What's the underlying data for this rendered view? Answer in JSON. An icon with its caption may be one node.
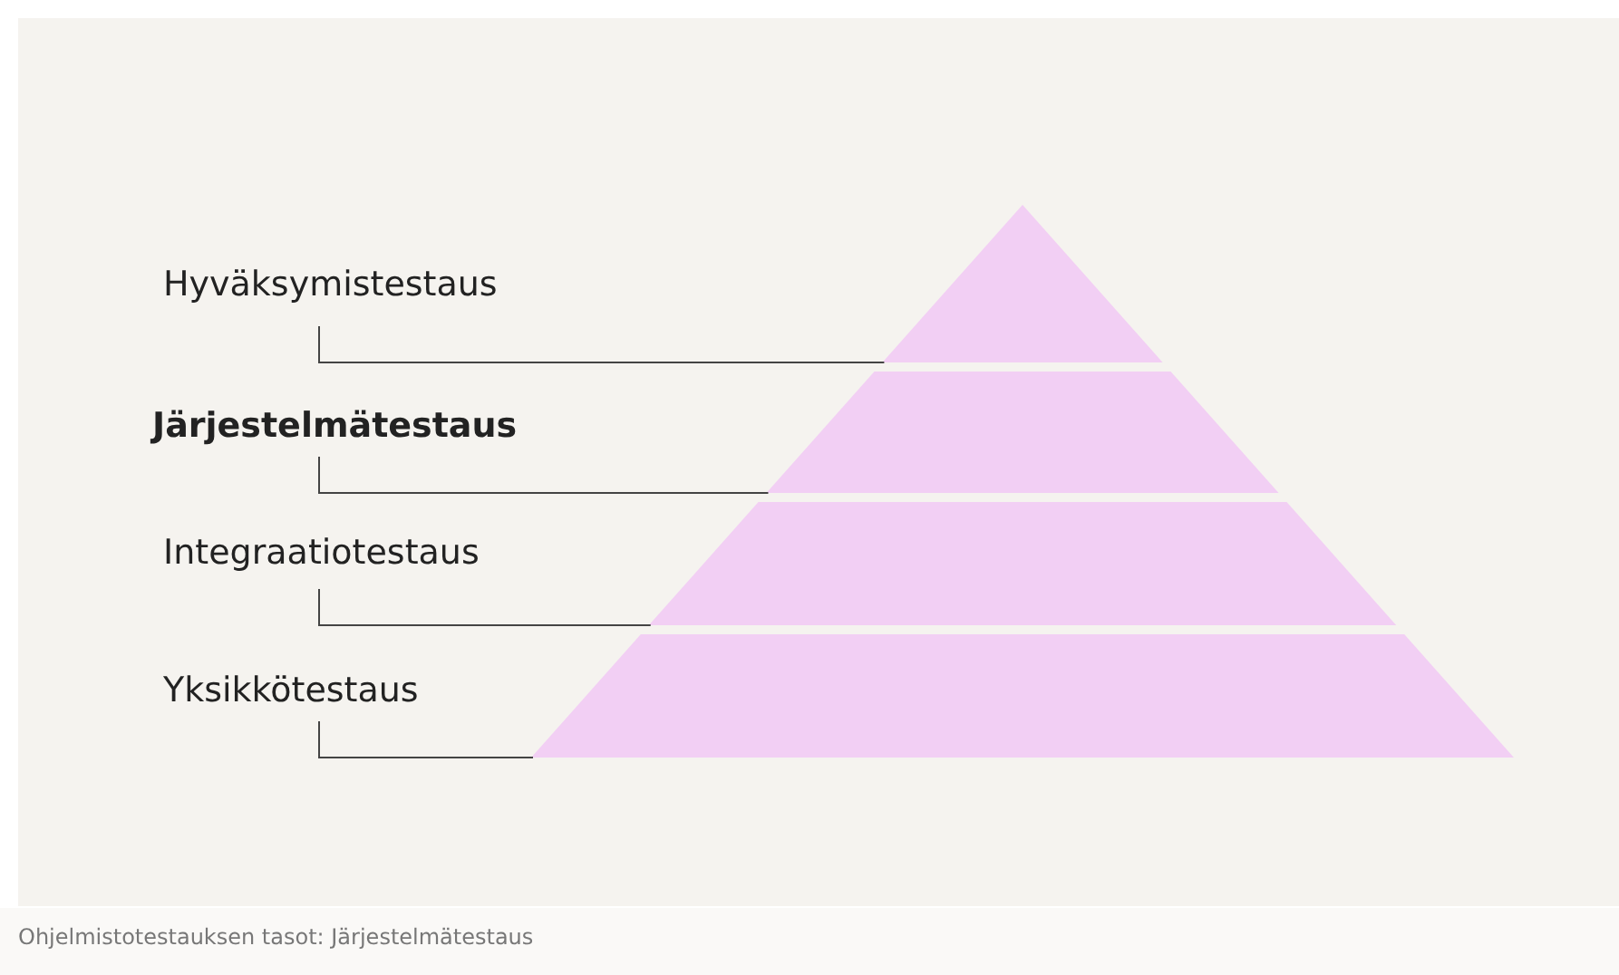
{
  "diagram": {
    "caption": "Ohjelmistotestauksen tasot: Järjestelmätestaus",
    "nodes": [
      {
        "text": [
          "Hyväksymistestaus"
        ]
      },
      {
        "text": [
          "Järjestelmätestaus"
        ]
      },
      {
        "text": [
          "Integraatiotestaus"
        ]
      },
      {
        "text": [
          "Yksikkötestaus"
        ]
      },
      {
        "text": [],
        "shape": "triangle"
      },
      {
        "text": [],
        "shape": "trapezoid"
      },
      {
        "text": [],
        "shape": "trapezoid"
      },
      {
        "text": [],
        "shape": "trapezoid"
      }
    ],
    "edges": [
      {
        "from": 0,
        "to": 4,
        "arrow": "none"
      },
      {
        "from": 1,
        "to": 5,
        "arrow": "none"
      },
      {
        "from": 2,
        "to": 6,
        "arrow": "none"
      },
      {
        "from": 3,
        "to": 7,
        "arrow": "none"
      }
    ]
  }
}
